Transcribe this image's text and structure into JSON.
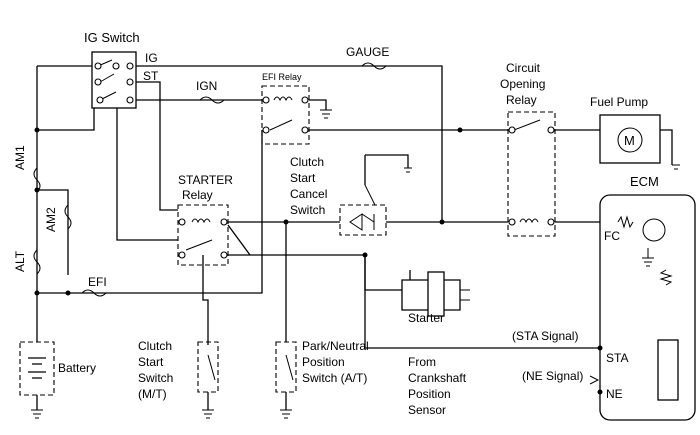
{
  "labels": {
    "ig_switch": "IG Switch",
    "ig": "IG",
    "st": "ST",
    "gauge": "GAUGE",
    "ign": "IGN",
    "efi_relay": "EFI Relay",
    "circuit_opening_relay": [
      "Circuit",
      "Opening",
      "Relay"
    ],
    "fuel_pump": "Fuel Pump",
    "am1": "AM1",
    "am2": "AM2",
    "alt": "ALT",
    "efi": "EFI",
    "starter_relay": [
      "STARTER",
      "Relay"
    ],
    "clutch_start_cancel": [
      "Clutch",
      "Start",
      "Cancel",
      "Switch"
    ],
    "ecm": "ECM",
    "fc": "FC",
    "starter": "Starter",
    "battery": "Battery",
    "clutch_start_switch": [
      "Clutch",
      "Start",
      "Switch",
      "(M/T)"
    ],
    "park_neutral": [
      "Park/Neutral",
      "Position",
      "Switch (A/T)"
    ],
    "crankshaft": [
      "From",
      "Crankshaft",
      "Position",
      "Sensor"
    ],
    "sta_signal": "(STA Signal)",
    "ne_signal": "(NE Signal)",
    "sta": "STA",
    "ne": "NE"
  }
}
